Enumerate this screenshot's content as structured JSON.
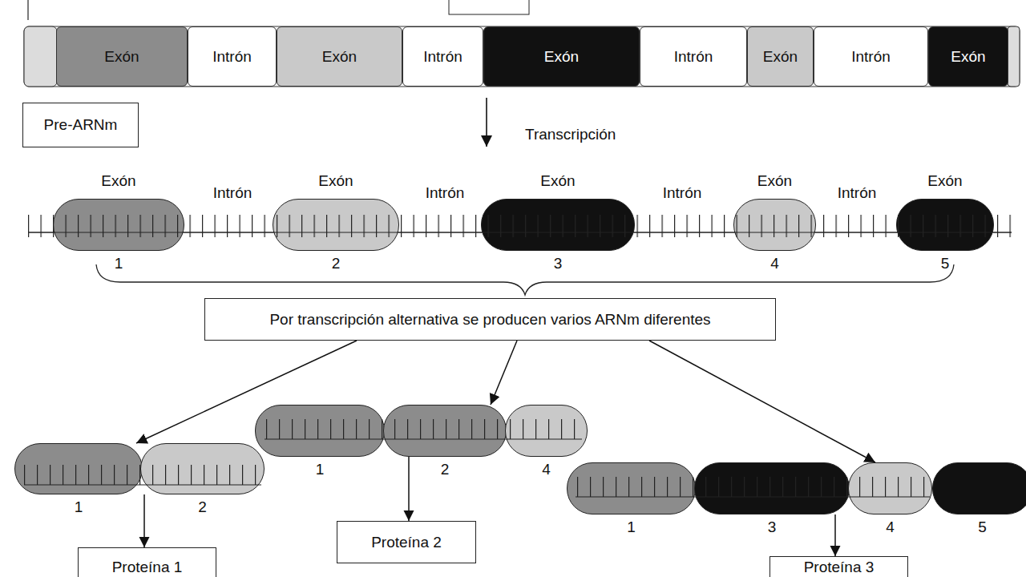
{
  "diagram": {
    "nodes": [
      {
        "text": [
          "Exón"
        ]
      },
      {
        "text": [
          "Intrón"
        ]
      },
      {
        "text": [
          "Exón"
        ]
      },
      {
        "text": [
          "Intrón"
        ]
      },
      {
        "text": [
          "Exón"
        ]
      },
      {
        "text": [
          "Intrón"
        ]
      },
      {
        "text": [
          "Exón"
        ]
      },
      {
        "text": [
          "Intrón"
        ]
      },
      {
        "text": [
          "Exón"
        ]
      },
      {
        "text": [
          "Pre-ARNm"
        ]
      },
      {
        "text": [
          "Exón",
          "1"
        ]
      },
      {
        "text": [
          "Exón",
          "2"
        ]
      },
      {
        "text": [
          "Exón",
          "3"
        ]
      },
      {
        "text": [
          "Exón",
          "4"
        ]
      },
      {
        "text": [
          "Exón",
          "5"
        ]
      },
      {
        "text": [
          "Por transcripción alternativa se producen varios ARNm diferentes"
        ]
      },
      {
        "text": [
          "1"
        ]
      },
      {
        "text": [
          "2"
        ]
      },
      {
        "text": [
          "Proteína 1"
        ]
      },
      {
        "text": [
          "1"
        ]
      },
      {
        "text": [
          "2"
        ]
      },
      {
        "text": [
          "4"
        ]
      },
      {
        "text": [
          "Proteína 2"
        ]
      },
      {
        "text": [
          "1"
        ]
      },
      {
        "text": [
          "3"
        ]
      },
      {
        "text": [
          "4"
        ]
      },
      {
        "text": [
          "5"
        ]
      },
      {
        "text": [
          "Proteína 3"
        ]
      }
    ],
    "edges": [
      {
        "from": 15,
        "to": 16,
        "arrow": "to"
      },
      {
        "from": 15,
        "to": 20,
        "arrow": "to"
      },
      {
        "from": 15,
        "to": 25,
        "arrow": "to"
      },
      {
        "from": 16,
        "to": 18,
        "arrow": "to"
      },
      {
        "from": 20,
        "to": 22,
        "arrow": "to"
      },
      {
        "from": 24,
        "to": 27,
        "arrow": "to"
      }
    ],
    "labels": [
      "Transcripción",
      "Intrón",
      "Intrón",
      "Intrón",
      "Intrón"
    ]
  }
}
